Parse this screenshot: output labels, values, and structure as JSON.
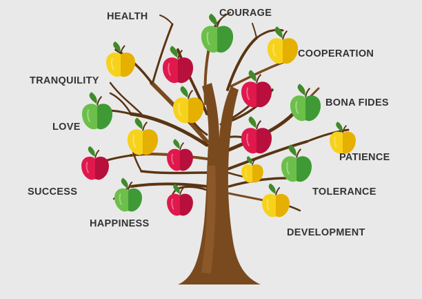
{
  "labels": {
    "health": "HEALTH",
    "courage": "COURAGE",
    "cooperation": "COOPERATION",
    "tranquility": "TRANQUILITY",
    "bona_fides": "BONA FIDES",
    "love": "LOVE",
    "patience": "PATIENCE",
    "success": "SUCCESS",
    "tolerance": "TOLERANCE",
    "happiness": "HAPPINESS",
    "development": "DEVELOPMENT"
  },
  "colors": {
    "background": "#e9e9e9",
    "trunk": "#7a4a1f",
    "trunk_light": "#9b6432",
    "branch": "#5a3412",
    "leaf": "#3f8a2a",
    "label": "#333333",
    "apple_red": "#e0184c",
    "apple_red_dark": "#b80f3c",
    "apple_yellow": "#f7d21a",
    "apple_yellow_dark": "#e6b000",
    "apple_green": "#6cbf4a",
    "apple_green_dark": "#3f9a35"
  },
  "apples": [
    {
      "kind": "green"
    },
    {
      "kind": "yellow"
    },
    {
      "kind": "yellow"
    },
    {
      "kind": "red"
    },
    {
      "kind": "red"
    },
    {
      "kind": "green"
    },
    {
      "kind": "yellow"
    },
    {
      "kind": "green"
    },
    {
      "kind": "yellow"
    },
    {
      "kind": "red"
    },
    {
      "kind": "yellow"
    },
    {
      "kind": "red"
    },
    {
      "kind": "red"
    },
    {
      "kind": "green"
    },
    {
      "kind": "yellow"
    },
    {
      "kind": "green"
    },
    {
      "kind": "red"
    },
    {
      "kind": "yellow"
    }
  ]
}
